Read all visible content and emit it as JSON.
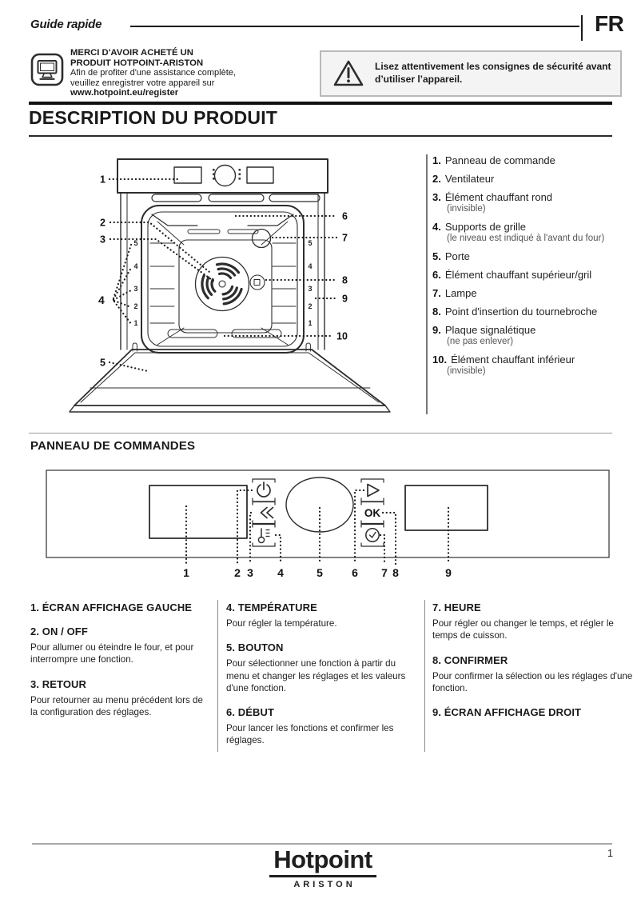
{
  "header": {
    "guide_label": "Guide rapide",
    "lang": "FR"
  },
  "register": {
    "line1": "MERCI D'AVOIR ACHETÉ UN",
    "line2": "PRODUIT HOTPOINT-ARISTON",
    "line3": "Afin de profiter d'une assistance complète,",
    "line4": "veuillez enregistrer votre appareil sur",
    "url": "www.hotpoint.eu/register"
  },
  "warning": {
    "text": "Lisez attentivement les consignes de sécurité avant d’utiliser l’appareil."
  },
  "product_description": {
    "title": "DESCRIPTION DU PRODUIT",
    "items": [
      {
        "num": "1.",
        "label": "Panneau de commande",
        "note": ""
      },
      {
        "num": "2.",
        "label": "Ventilateur",
        "note": ""
      },
      {
        "num": "3.",
        "label": "Élément chauffant rond",
        "note": "(invisible)"
      },
      {
        "num": "4.",
        "label": "Supports de grille",
        "note": "(le niveau est indiqué à l'avant du four)"
      },
      {
        "num": "5.",
        "label": "Porte",
        "note": ""
      },
      {
        "num": "6.",
        "label": "Élément chauffant supérieur/gril",
        "note": ""
      },
      {
        "num": "7.",
        "label": "Lampe",
        "note": ""
      },
      {
        "num": "8.",
        "label": "Point d'insertion du tournebroche",
        "note": ""
      },
      {
        "num": "9.",
        "label": "Plaque signalétique",
        "note": "(ne pas enlever)"
      },
      {
        "num": "10.",
        "label": "Élément chauffant inférieur",
        "note": "(invisible)"
      }
    ],
    "diagram_labels": [
      "1",
      "2",
      "3",
      "4",
      "5",
      "6",
      "7",
      "8",
      "9",
      "10"
    ],
    "rack_levels": [
      "5",
      "4",
      "3",
      "2",
      "1"
    ]
  },
  "control_panel": {
    "title": "PANNEAU DE COMMANDES",
    "ok_label": "OK",
    "numbers": [
      "1",
      "2",
      "3",
      "4",
      "5",
      "6",
      "7",
      "8",
      "9"
    ]
  },
  "controls": {
    "col1": [
      {
        "heading": "1. ÉCRAN AFFICHAGE GAUCHE",
        "body": ""
      },
      {
        "heading": "2. ON / OFF",
        "body": "Pour allumer ou éteindre le four, et pour interrompre une fonction."
      },
      {
        "heading": "3. RETOUR",
        "body": "Pour retourner au menu précédent lors de la configuration des réglages."
      }
    ],
    "col2": [
      {
        "heading": "4. TEMPÉRATURE",
        "body": "Pour régler la température."
      },
      {
        "heading": "5. BOUTON",
        "body": "Pour sélectionner une fonction à partir du menu et changer les réglages et les valeurs d'une fonction."
      },
      {
        "heading": "6. DÉBUT",
        "body": "Pour lancer les fonctions et confirmer les réglages."
      }
    ],
    "col3": [
      {
        "heading": "7. HEURE",
        "body": "Pour régler ou changer le temps, et régler le temps de cuisson."
      },
      {
        "heading": "8. CONFIRMER",
        "body": "Pour confirmer la sélection ou les réglages d'une fonction."
      },
      {
        "heading": "9. ÉCRAN AFFICHAGE DROIT",
        "body": ""
      }
    ]
  },
  "footer": {
    "brand": "Hotpoint",
    "sub_brand": "ARISTON",
    "page_number": "1"
  }
}
